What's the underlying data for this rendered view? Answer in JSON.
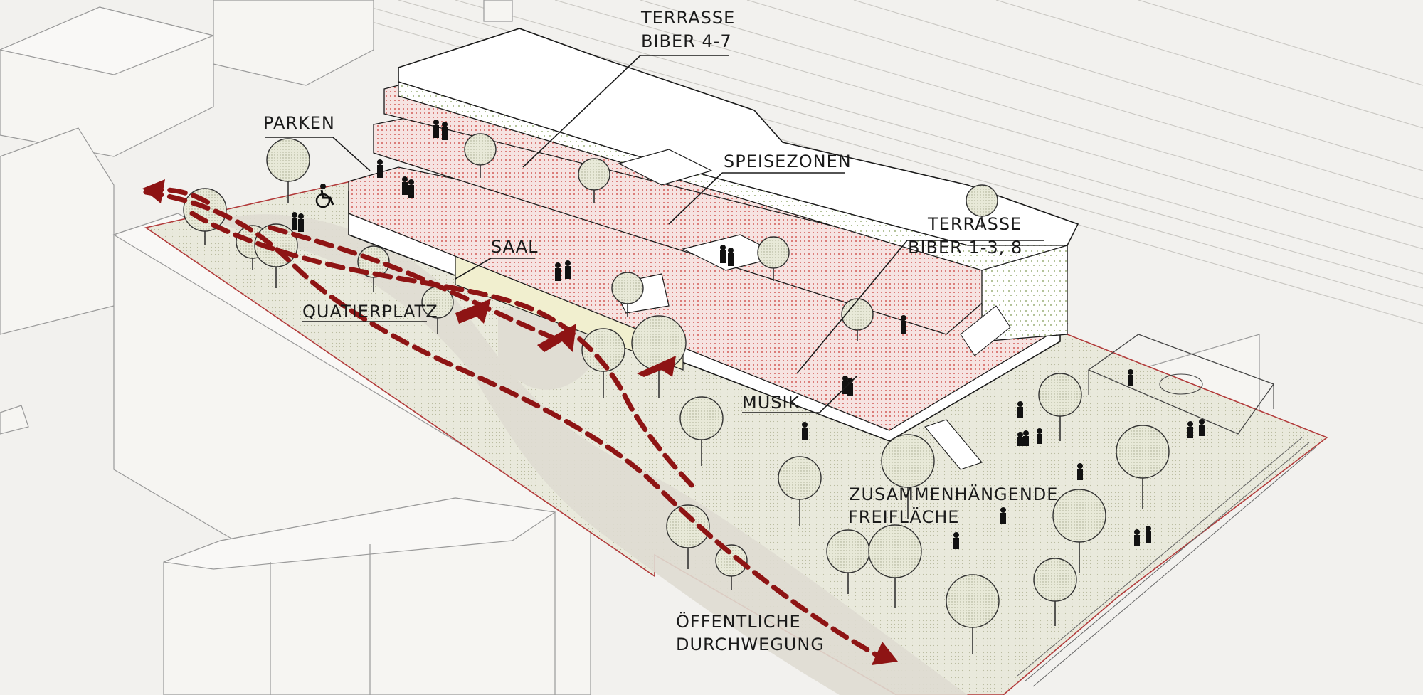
{
  "labels": {
    "terrasse_top_line1": "TERRASSE",
    "terrasse_top_line2": "BIBER 4-7",
    "parken": "PARKEN",
    "speisezonen": "SPEISEZONEN",
    "terrasse_right_line1": "TERRASSE",
    "terrasse_right_line2": "BIBER 1-3, 8",
    "saal": "SAAL",
    "quartierplatz": "QUATIERPLATZ",
    "musik": "MUSIK",
    "freiflaeche_line1": "ZUSAMMENHÄNGENDE",
    "freiflaeche_line2": "FREIFLÄCHE",
    "durchwegung_line1": "ÖFFENTLICHE",
    "durchwegung_line2": "DURCHWEGUNG"
  },
  "icons": {
    "accessibility": "wheelchair-icon",
    "people": "person-silhouette-icon",
    "trees": "tree-symbol-icon",
    "route_arrows": "arrow-icon"
  },
  "colors": {
    "background": "#f2f1ee",
    "route": "#8e1414",
    "site_outline": "#b23a3a",
    "terrace": "#f3d2d2",
    "tree_fill": "#e6e7d4",
    "ground": "#e4e1d6"
  }
}
